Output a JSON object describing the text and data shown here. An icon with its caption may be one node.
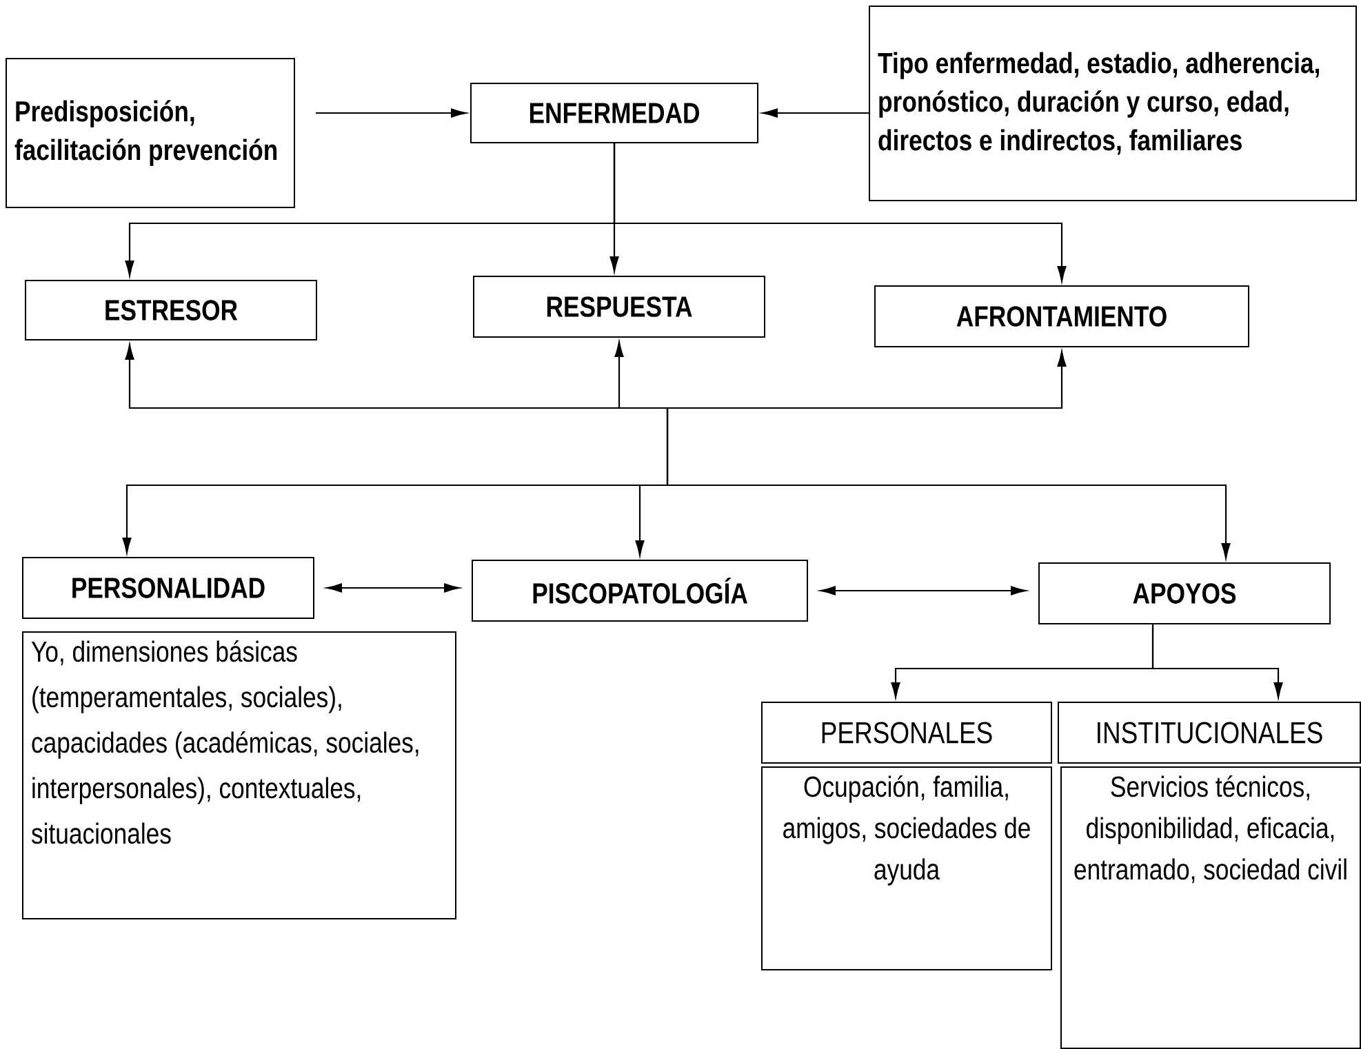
{
  "diagram": {
    "nodes": [
      {
        "text": [
          "Predisposición, facilitación prevención"
        ]
      },
      {
        "text": [
          "ENFERMEDAD"
        ]
      },
      {
        "text": [
          "Tipo enfermedad, estadio, adherencia, pronóstico, duración y curso, edad, directos e indirectos, familiares"
        ]
      },
      {
        "text": [
          "ESTRESOR"
        ]
      },
      {
        "text": [
          "RESPUESTA"
        ]
      },
      {
        "text": [
          "AFRONTAMIENTO"
        ]
      },
      {
        "text": [
          "PERSONALIDAD"
        ]
      },
      {
        "text": [
          "PISCOPATOLOGÍA"
        ]
      },
      {
        "text": [
          "APOYOS"
        ]
      },
      {
        "text": [
          "Yo, dimensiones básicas (temperamentales, sociales), capacidades (académicas, sociales, interpersonales), contextuales, situacionales"
        ]
      },
      {
        "text": [
          "PERSONALES"
        ]
      },
      {
        "text": [
          "INSTITUCIONALES"
        ]
      },
      {
        "text": [
          "Ocupación, familia, amigos, sociedades de ayuda"
        ]
      },
      {
        "text": [
          "Servicios técnicos, disponibilidad, eficacia, entramado, sociedad civil"
        ]
      }
    ],
    "edges": [
      {
        "from": 0,
        "to": 1,
        "arrow": "to"
      },
      {
        "from": 2,
        "to": 1,
        "arrow": "to"
      },
      {
        "from": 1,
        "to": 3,
        "arrow": "to"
      },
      {
        "from": 1,
        "to": 4,
        "arrow": "to"
      },
      {
        "from": 1,
        "to": 5,
        "arrow": "to"
      },
      {
        "from": null,
        "to": 3,
        "arrow": "to"
      },
      {
        "from": null,
        "to": 4,
        "arrow": "to"
      },
      {
        "from": null,
        "to": 5,
        "arrow": "to"
      },
      {
        "from": null,
        "to": 6,
        "arrow": "to"
      },
      {
        "from": null,
        "to": 7,
        "arrow": "to"
      },
      {
        "from": null,
        "to": 8,
        "arrow": "to"
      },
      {
        "from": 6,
        "to": 7,
        "arrow": "both"
      },
      {
        "from": 7,
        "to": 8,
        "arrow": "both"
      },
      {
        "from": 8,
        "to": 10,
        "arrow": "to"
      },
      {
        "from": 8,
        "to": 11,
        "arrow": "to"
      }
    ]
  }
}
